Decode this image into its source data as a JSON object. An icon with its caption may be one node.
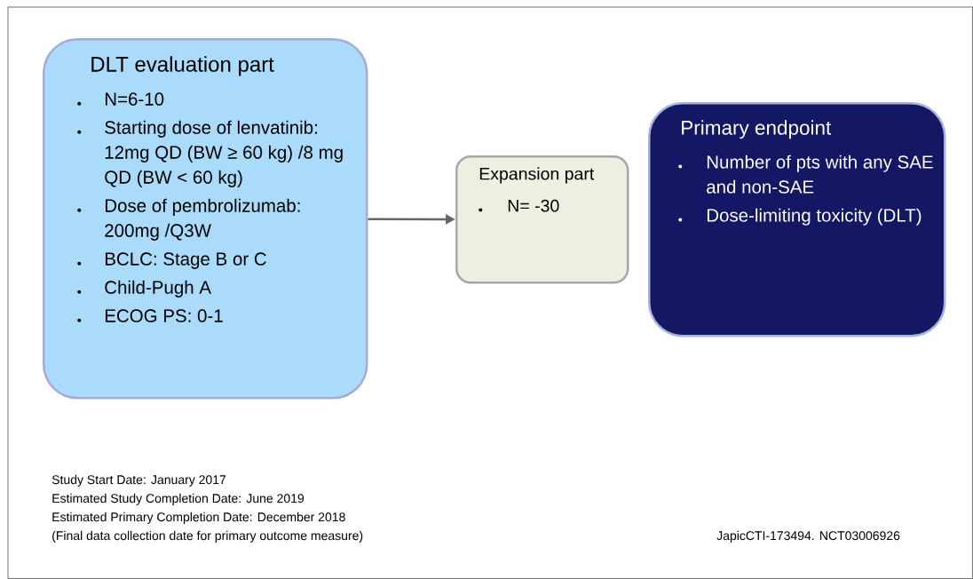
{
  "diagram": {
    "nodes": [
      {
        "text": [
          "DLT evaluation part",
          "N=6-10",
          "Starting dose of lenvatinib: 12mg QD (BW ≥ 60 kg) /8 mg QD (BW < 60 kg)",
          "Dose of pembrolizumab: 200mg /Q3W",
          "BCLC: Stage B or C",
          "Child-Pugh A",
          "ECOG PS: 0-1"
        ]
      },
      {
        "text": [
          "Expansion part",
          "N= -30"
        ]
      },
      {
        "text": [
          "Primary endpoint",
          "Number of pts with any SAE and non-SAE",
          "Dose-limiting toxicity (DLT)"
        ]
      }
    ],
    "edges": [
      {
        "from": 0,
        "to": 1,
        "arrow": "to"
      }
    ],
    "labels": [
      "Study Start Date: January 2017",
      "Estimated Study Completion Date: June 2019",
      "Estimated Primary Completion Date: December 2018",
      "(Final data collection date for primary outcome measure)",
      "JapicCTI-173494. NCT03006926"
    ]
  }
}
